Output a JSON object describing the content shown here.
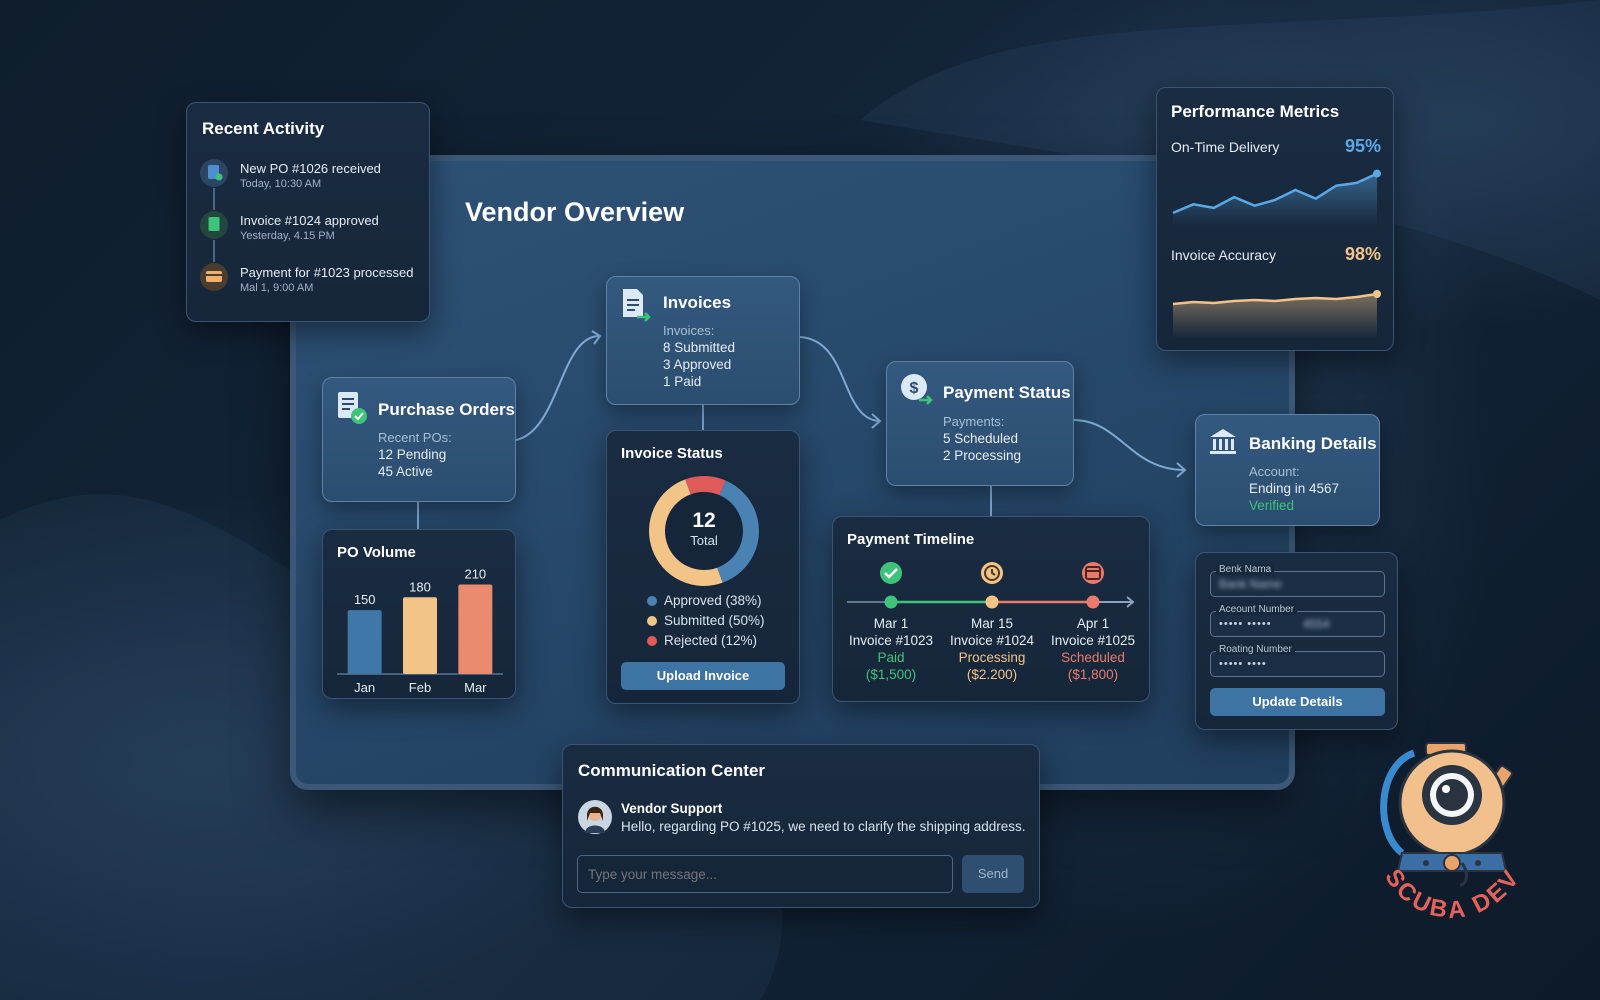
{
  "overview": {
    "title": "Vendor Overview"
  },
  "recent_activity": {
    "title": "Recent Activity",
    "items": [
      {
        "text": "New PO #1026 received",
        "time": "Today, 10:30 AM"
      },
      {
        "text": "Invoice #1024 approved",
        "time": "Yesterday, 4.15 PM"
      },
      {
        "text": "Payment for #1023 processed",
        "time": "Mal 1, 9:00 AM"
      }
    ]
  },
  "purchase_orders": {
    "title": "Purchase Orders",
    "label": "Recent POs:",
    "line1": "12 Pending",
    "line2": "45 Active"
  },
  "invoices": {
    "title": "Invoices",
    "label": "Invoices:",
    "line1": "8 Submitted",
    "line2": "3 Approved",
    "line3": "1 Paid"
  },
  "payment_status": {
    "title": "Payment Status",
    "label": "Payments:",
    "line1": "5 Scheduled",
    "line2": "2 Processing"
  },
  "banking": {
    "title": "Banking Details",
    "label": "Account:",
    "line1": "Ending in 4567",
    "status": "Verified"
  },
  "po_volume": {
    "title": "PO Volume",
    "chart_data": {
      "type": "bar",
      "categories": [
        "Jan",
        "Feb",
        "Mar"
      ],
      "values": [
        150,
        180,
        210
      ],
      "colors": [
        "#3f77a8",
        "#f2c487",
        "#ea8a6e"
      ],
      "ylim": [
        0,
        230
      ]
    }
  },
  "invoice_status": {
    "title": "Invoice Status",
    "total_value": "12",
    "total_label": "Total",
    "legend": [
      {
        "label": "Approved (38%)",
        "value": 38,
        "color": "#4a82b4"
      },
      {
        "label": "Submitted (50%)",
        "value": 50,
        "color": "#f2c487"
      },
      {
        "label": "Rejected (12%)",
        "value": 12,
        "color": "#e05a5a"
      }
    ],
    "upload_label": "Upload Invoice"
  },
  "payment_timeline": {
    "title": "Payment Timeline",
    "items": [
      {
        "date": "Mar 1",
        "invoice": "Invoice #1023",
        "status": "Paid",
        "amount": "($1,500)",
        "color": "#3ec47a",
        "icon": "check-icon"
      },
      {
        "date": "Mar 15",
        "invoice": "Invoice #1024",
        "status": "Processing",
        "amount": "($2.200)",
        "color": "#f2c487",
        "icon": "clock-icon"
      },
      {
        "date": "Apr 1",
        "invoice": "Invoice #1025",
        "status": "Scheduled",
        "amount": "($1,800)",
        "color": "#ea7b6b",
        "icon": "calendar-icon"
      }
    ]
  },
  "performance": {
    "title": "Performance Metrics",
    "metrics": [
      {
        "label": "On-Time Delivery",
        "value": "95%",
        "color": "#5aa9e6",
        "trend": [
          40,
          52,
          47,
          62,
          50,
          58,
          72,
          60,
          78,
          82,
          95
        ]
      },
      {
        "label": "Invoice Accuracy",
        "value": "98%",
        "color": "#f2c487",
        "trend": [
          88,
          90,
          89,
          91,
          92,
          91,
          93,
          94,
          93,
          95,
          98
        ]
      }
    ]
  },
  "bank_form": {
    "bank_name_label": "Benk Nama",
    "bank_name_value": "Bank Name",
    "account_label": "Aceount Number",
    "account_masked": "•••••  •••••",
    "account_value": "4554",
    "routing_label": "Roating Number",
    "routing_masked": "••••• ••••",
    "update_label": "Update Details"
  },
  "communication": {
    "title": "Communication Center",
    "sender": "Vendor Support",
    "message": "Hello, regarding PO #1025, we need to clarify the shipping address.",
    "input_placeholder": "Type your message...",
    "send_label": "Send"
  },
  "logo": {
    "text": "SCUBA DEV"
  }
}
